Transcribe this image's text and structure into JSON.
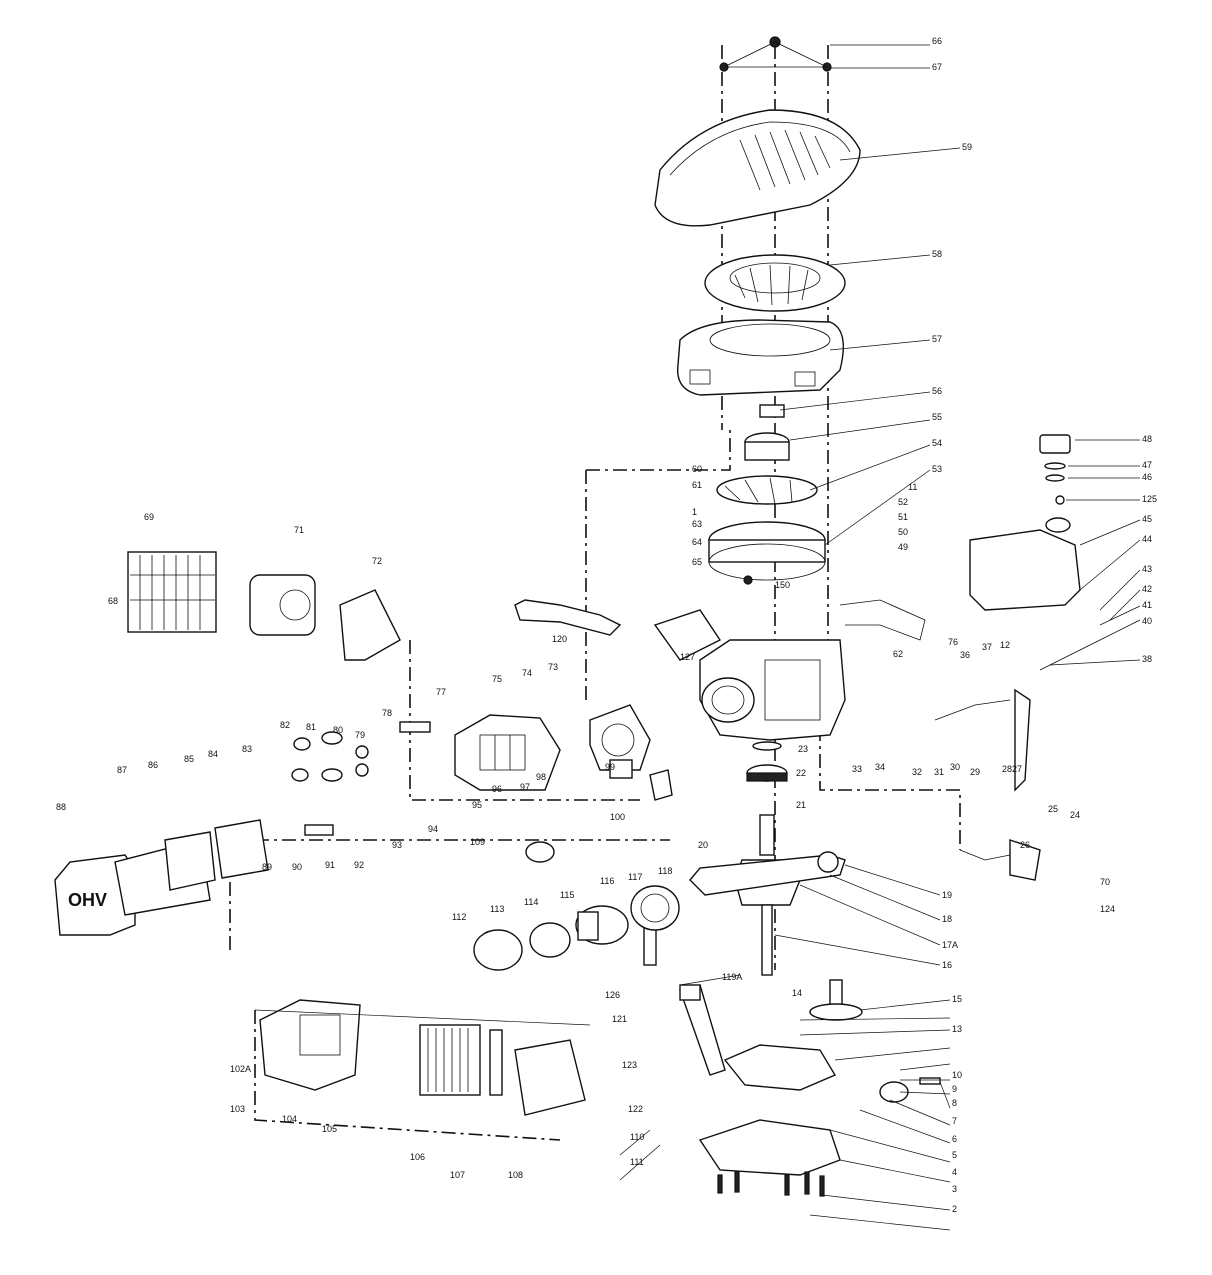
{
  "diagram": {
    "type": "exploded-parts-view",
    "emblem_text": "OHV",
    "callouts": [
      "1",
      "2",
      "3",
      "4",
      "5",
      "6",
      "7",
      "8",
      "9",
      "10",
      "11",
      "12",
      "13",
      "14",
      "15",
      "16",
      "17A",
      "18",
      "19",
      "20",
      "21",
      "22",
      "23",
      "24",
      "25",
      "26",
      "27",
      "28",
      "29",
      "30",
      "31",
      "32",
      "33",
      "34",
      "36",
      "37",
      "38",
      "40",
      "41",
      "42",
      "43",
      "44",
      "45",
      "46",
      "47",
      "48",
      "49",
      "50",
      "51",
      "52",
      "53",
      "54",
      "55",
      "56",
      "57",
      "58",
      "59",
      "60",
      "61",
      "62",
      "63",
      "64",
      "65",
      "66",
      "67",
      "68",
      "69",
      "70",
      "71",
      "72",
      "73",
      "74",
      "75",
      "76",
      "77",
      "78",
      "79",
      "80",
      "81",
      "82",
      "83",
      "84",
      "85",
      "86",
      "87",
      "88",
      "89",
      "90",
      "91",
      "92",
      "93",
      "94",
      "95",
      "96",
      "97",
      "98",
      "99",
      "100",
      "102A",
      "103",
      "104",
      "105",
      "106",
      "107",
      "108",
      "109",
      "110",
      "111",
      "112",
      "113",
      "114",
      "115",
      "116",
      "117",
      "118",
      "119A",
      "120",
      "121",
      "122",
      "123",
      "124",
      "125",
      "126",
      "127",
      "150"
    ]
  }
}
